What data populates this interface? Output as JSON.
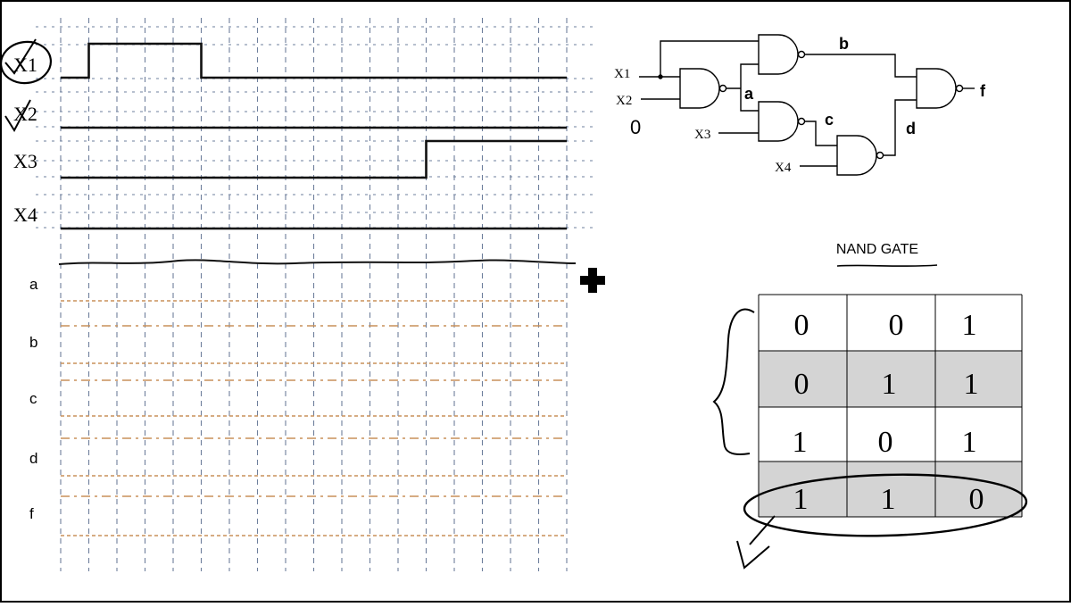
{
  "timing_diagram": {
    "input_signals": [
      {
        "name": "X1",
        "edges": [
          [
            0,
            0
          ],
          [
            1,
            1
          ],
          [
            5,
            0
          ]
        ],
        "end": 18
      },
      {
        "name": "X2",
        "edges": [
          [
            0,
            0
          ]
        ],
        "end": 18
      },
      {
        "name": "X3",
        "edges": [
          [
            0,
            0
          ],
          [
            13,
            1
          ]
        ],
        "end": 18
      },
      {
        "name": "X4",
        "edges": [
          [
            0,
            0
          ]
        ],
        "end": 18
      }
    ],
    "output_rows": [
      "a",
      "b",
      "c",
      "d",
      "f"
    ],
    "time_divisions": 18,
    "colors": {
      "grid": "#6e7f9c",
      "output_guides": "#c8915a",
      "trace": "#111111"
    }
  },
  "circuit": {
    "inputs": {
      "x1": "X1",
      "x2": "X2",
      "x3": "X3",
      "x4": "X4"
    },
    "nodes": {
      "a": "a",
      "b": "b",
      "c": "c",
      "d": "d",
      "f": "f"
    },
    "annotations": {
      "x2_value": "0"
    }
  },
  "truth_table": {
    "title": "NAND GATE",
    "rows": [
      [
        "0",
        "0",
        "1"
      ],
      [
        "0",
        "1",
        "1"
      ],
      [
        "1",
        "0",
        "1"
      ],
      [
        "1",
        "1",
        "0"
      ]
    ],
    "shaded_rows": [
      1,
      3
    ],
    "shade_color": "#d4d4d4"
  },
  "plus_icon": "plus-icon"
}
